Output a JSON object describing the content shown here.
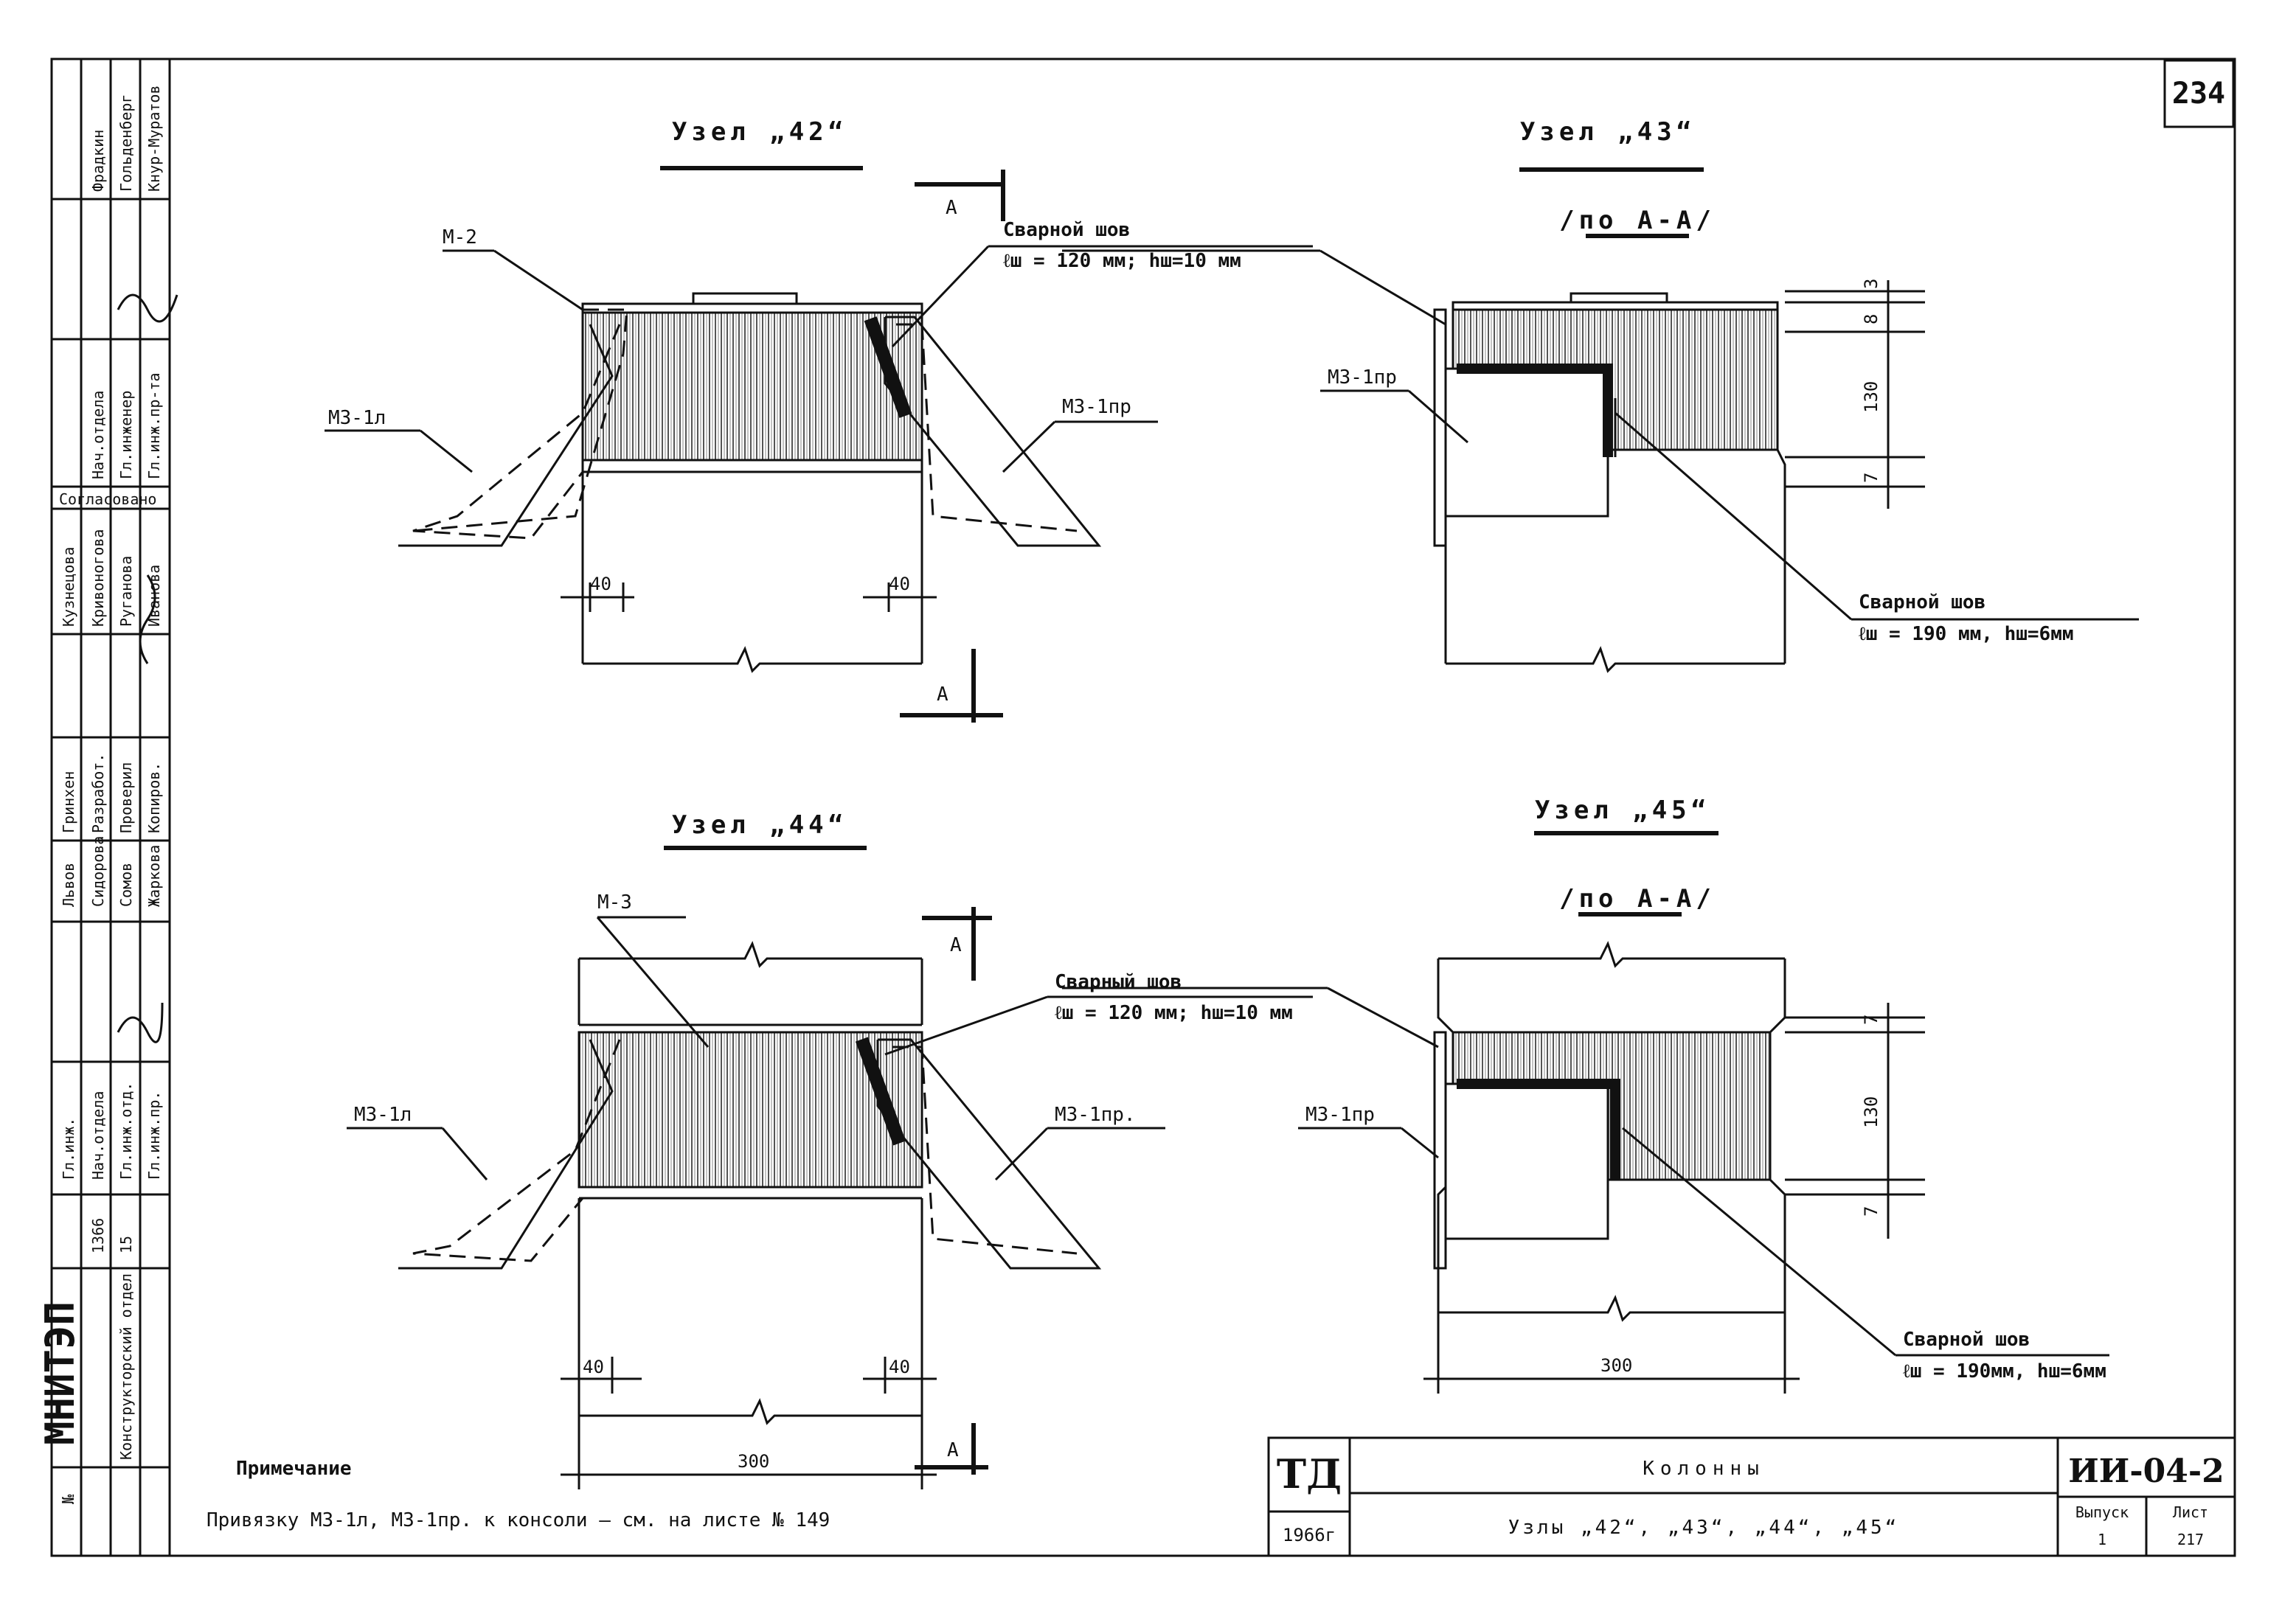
{
  "sheet_number": "234",
  "node42": {
    "title": "Узел „42“",
    "parts": {
      "m2": "М-2",
      "m3_1l": "М3-1л",
      "m3_1pr": "М3-1пр"
    },
    "weld_title": "Сварной шов",
    "weld_spec": "ℓш = 120 мм; hш=10 мм",
    "dim_left": "40",
    "dim_right": "40",
    "section_mark": "А"
  },
  "node43": {
    "title": "Узел „43“",
    "subtitle": "/по А-А/",
    "part": "М3-1пр",
    "weld_title": "Сварной шов",
    "weld_spec": "ℓш = 190 мм, hш=6мм",
    "dims": [
      "3",
      "8",
      "130",
      "7"
    ]
  },
  "node44": {
    "title": "Узел „44“",
    "parts": {
      "m3": "М-3",
      "m3_1l": "М3-1л",
      "m3_1pr": "М3-1пр."
    },
    "weld_title": "Сварный шов",
    "weld_spec": "ℓш = 120 мм; hш=10 мм",
    "dim_left": "40",
    "dim_right": "40",
    "dim_width": "300",
    "section_mark": "А"
  },
  "node45": {
    "title": "Узел „45“",
    "subtitle": "/по А-А/",
    "part": "М3-1пр",
    "weld_title": "Сварной шов",
    "weld_spec": "ℓш = 190мм, hш=6мм",
    "dims": [
      "7",
      "130",
      "7"
    ],
    "dim_width": "300"
  },
  "note": {
    "heading": "Примечание",
    "text": "Привязку М3-1л, М3-1пр. к консоли — см. на листе № 149"
  },
  "title_block": {
    "logo": "ТД",
    "year": "1966г",
    "name": "Колонны",
    "subject": "Узлы „42“, „43“, „44“, „45“",
    "code": "ИИ-04-2",
    "issue_label": "Выпуск",
    "issue": "1",
    "sheet_label": "Лист",
    "sheet": "217"
  },
  "stamp": {
    "org": "МНИТЭП",
    "dept": "Конструкторский отдел",
    "rows": [
      [
        "Фрадкин",
        "Гольденберг",
        "Кнур-Муратов"
      ],
      [
        "Нач.отдела",
        "Гл.инженер",
        "Гл.инж.пр-та"
      ],
      [
        "Согласовано"
      ],
      [
        "Кузнецова",
        "Кривоногова",
        "Руганова",
        "Иванова"
      ],
      [
        "Гринхен",
        "Разработ.",
        "Проверил",
        "Копиров."
      ],
      [
        "Львов",
        "Сидорова",
        "Сомов",
        "Жаркова"
      ],
      [
        "Гл.инж.",
        "Нач.отдела",
        "Гл.инж.отд.",
        "Гл.инж.пр."
      ],
      [
        "№",
        "1366",
        "15"
      ]
    ]
  }
}
